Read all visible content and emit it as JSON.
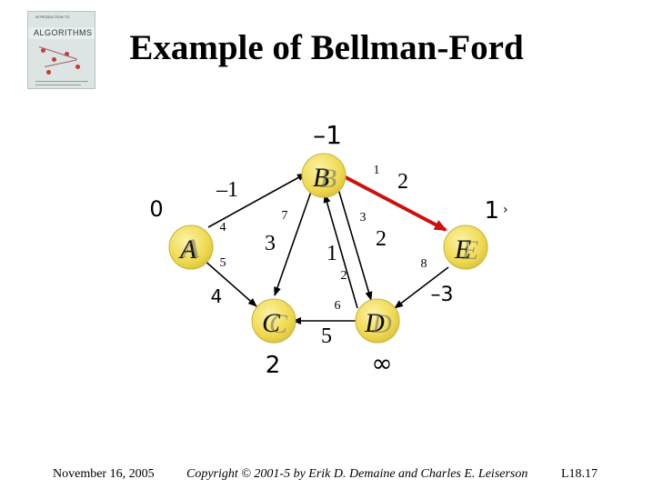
{
  "slide": {
    "title": "Example of Bellman-Ford",
    "footer_date": "November 16, 2005",
    "footer_copyright": "Copyright © 2001-5 by Erik D. Demaine and Charles E. Leiserson",
    "footer_page": "L18.17"
  },
  "book_cover": {
    "small_text": "INTRODUCTION TO",
    "title_text": "ALGORITHMS"
  },
  "graph": {
    "nodes": {
      "A": {
        "label": "A",
        "distance": "0"
      },
      "B": {
        "label": "B",
        "distance": "–1"
      },
      "C": {
        "label": "C",
        "distance": "2"
      },
      "D": {
        "label": "D",
        "distance": "∞"
      },
      "E": {
        "label": "E",
        "distance": "1"
      }
    },
    "edges": [
      {
        "from": "A",
        "to": "B",
        "weight": "–1",
        "order": "4"
      },
      {
        "from": "A",
        "to": "C",
        "weight": "4",
        "order": "5"
      },
      {
        "from": "B",
        "to": "C",
        "weight": "3",
        "order": "7"
      },
      {
        "from": "B",
        "to": "D",
        "weight": "2",
        "order": "3"
      },
      {
        "from": "B",
        "to": "E",
        "weight": "2",
        "order": "1",
        "highlighted": true
      },
      {
        "from": "D",
        "to": "B",
        "weight": "1",
        "order": "2"
      },
      {
        "from": "D",
        "to": "C",
        "weight": "5",
        "order": "6"
      },
      {
        "from": "E",
        "to": "D",
        "weight": "–3",
        "order": "8"
      }
    ],
    "colors": {
      "node_fill": "#f0e05a",
      "highlight_edge": "#cc1111",
      "edge": "#000000"
    }
  }
}
